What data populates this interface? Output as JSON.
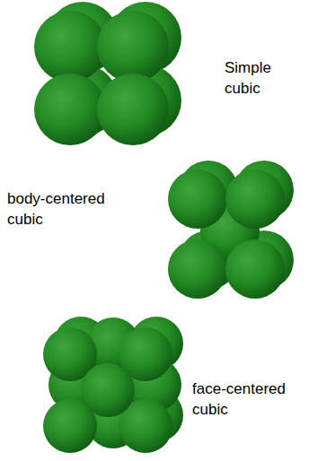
{
  "diagram": {
    "labels": [
      "Simple cubic",
      "body-centered cubic",
      "face-centered cubic"
    ]
  }
}
